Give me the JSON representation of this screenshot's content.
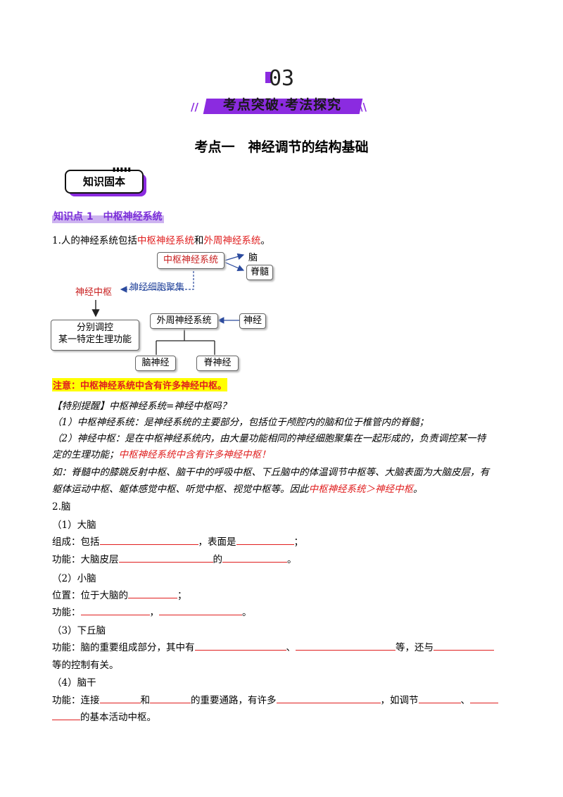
{
  "header": {
    "section_number": "03",
    "banner_title": "考点突破·考法探究",
    "heading": "考点一　神经调节的结构基础"
  },
  "badge": {
    "label": "知识固本"
  },
  "knowledge_point": {
    "title": "知识点 1　中枢神经系统"
  },
  "intro": {
    "prefix": "1.人的神经系统包括",
    "cns": "中枢神经系统",
    "and": "和",
    "pns": "外周神经系统",
    "end": "。"
  },
  "diagram": {
    "cns": "中枢神经系统",
    "brain": "脑",
    "spinal_cord": "脊髓",
    "cell_cluster": "神经细胞聚集",
    "nerve_center": "神经中枢",
    "function_line1": "分别调控",
    "function_line2": "某一特定生理功能",
    "pns": "外周神经系统",
    "nerve": "神经",
    "cranial_nerve": "脑神经",
    "spinal_nerve": "脊神经"
  },
  "note": "注意：中枢神经系统中含有许多神经中枢。",
  "reminder": {
    "title": "【特别提醒】中枢神经系统=神经中枢吗？",
    "item1": "（1）中枢神经系统：是神经系统的主要部分，包括位于颅腔内的脑和位于椎管内的脊髓；",
    "item2_line1": "（2）神经中枢：是在中枢神经系统内，由大量功能相同的神经细胞聚集在一起形成的，负责调控某一特",
    "item2_line2_black": "定的生理功能；",
    "item2_line2_red": "中枢神经系统中含有许多神经中枢！",
    "example_line1": "如：脊髓中的膝跳反射中枢、脑干中的呼吸中枢、下丘脑中的体温调节中枢等、大脑表面为大脑皮层，有",
    "example_line2_black": "躯体运动中枢、躯体感觉中枢、听觉中枢、视觉中枢等。因此",
    "example_line2_red": "中枢神经系统＞神经中枢",
    "example_line2_end": "。"
  },
  "brain": {
    "title": "2.脑",
    "cerebrum": {
      "title": "（1）大脑",
      "composition_prefix": "组成：包括",
      "composition_mid": "，表面是",
      "composition_end": "；",
      "function_prefix": "功能：大脑皮层",
      "function_mid": "的",
      "function_end": "。"
    },
    "cerebellum": {
      "title": "（2）小脑",
      "position_prefix": "位置：位于大脑的",
      "position_end": "；",
      "function_prefix": "功能：",
      "function_mid": "，",
      "function_end": "。"
    },
    "hypothalamus": {
      "title": "（3）下丘脑",
      "function_prefix": "功能：脑的重要组成部分，其中有",
      "function_sep": "、",
      "function_mid": "等，还与",
      "function_line2": "等的控制有关。"
    },
    "brainstem": {
      "title": "（4）脑干",
      "function_prefix": "功能：连接",
      "function_and": "和",
      "function_mid": "的重要通路，有许多",
      "function_mid2": "，如调节",
      "function_sep": "、",
      "function_line2": "的基本活动中枢。"
    }
  }
}
